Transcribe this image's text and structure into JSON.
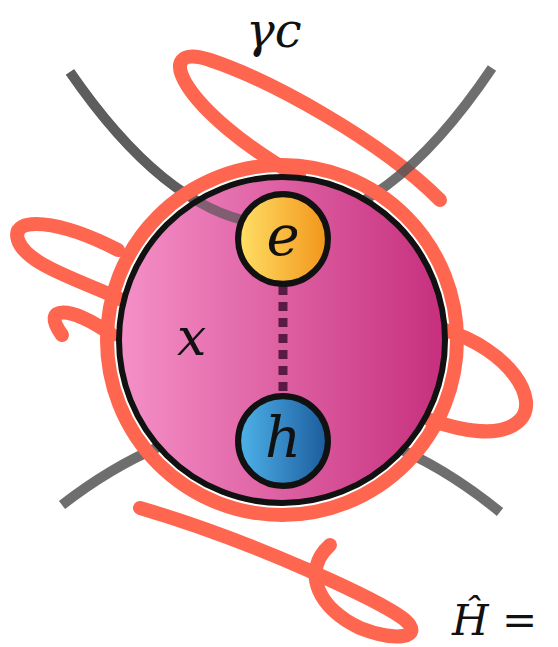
{
  "diagram": {
    "nodes": [
      {
        "text": [
          "x"
        ]
      },
      {
        "text": [
          "e"
        ],
        "in": 0
      },
      {
        "text": [
          "h"
        ],
        "in": 0
      }
    ],
    "edges": [
      {
        "from": 1,
        "to": 2,
        "arrow": "none"
      }
    ],
    "labels": [
      "γc",
      "Ĥ ="
    ]
  }
}
